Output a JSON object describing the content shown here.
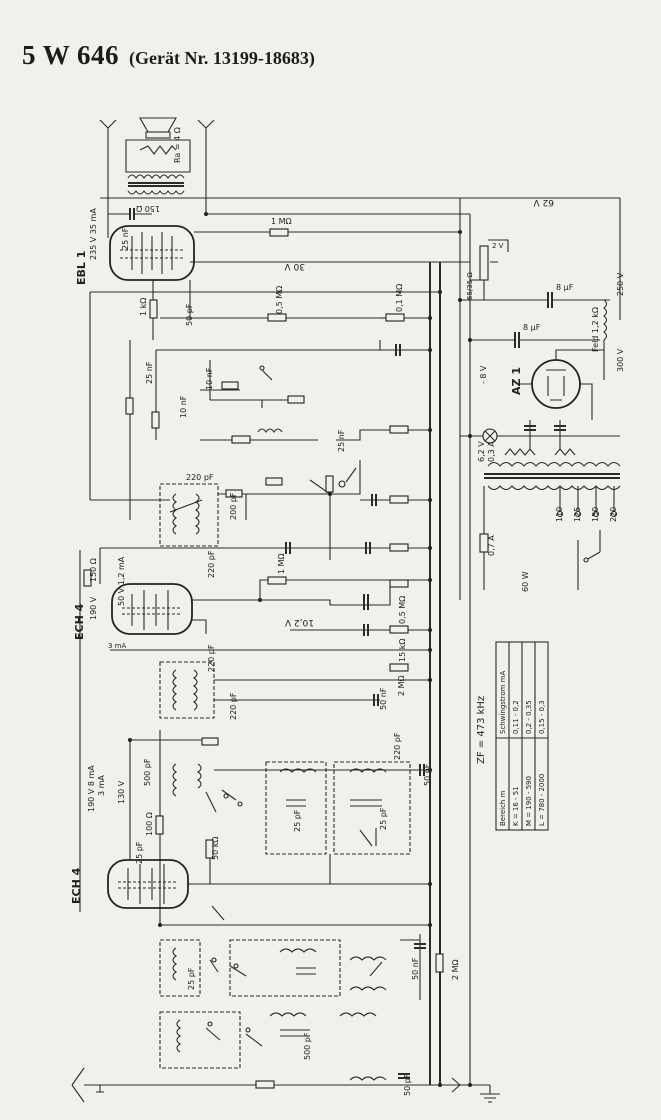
{
  "header": {
    "model": "5 W 646",
    "subtitle": "(Gerät Nr. 13199-18683)"
  },
  "diagram": {
    "tubes": [
      "EBL 1",
      "ECH 4",
      "ECH 4",
      "AZ 1"
    ],
    "speaker_label": "Ra = 4 Ω",
    "labels": {
      "ebl_voltage": "235 V 35 mA",
      "ebl_cathode": "150 Ω",
      "ech1_voltage": "50 V 1,2 mA",
      "ech1_anode": "190 V",
      "ech1_grid": "3 mA",
      "ech2_voltage": "190 V 8 mA",
      "ech2_grid": "3 mA",
      "ech2_anode": "130 V",
      "cap_25nF": "25 nF",
      "cap_50pF": "50 pF",
      "cap_8uF": "8 μF",
      "cap_8uF_2": "8 μF",
      "cap_220pF": "220 pF",
      "cap_200pF": "200 pF",
      "cap_500pF": "500 pF",
      "cap_50nF": "50 nF",
      "cap_10nF": "10 nF",
      "cap_25pF": "25 pF",
      "res_1M": "1 MΩ",
      "res_05M": "0,5 MΩ",
      "res_01M": "0,1 MΩ",
      "res_1k": "1 kΩ",
      "res_15k": "15 kΩ",
      "res_2M": "2 MΩ",
      "res_100": "100 Ω",
      "res_50k": "50 kΩ",
      "field": "Feld 1,2 kΩ",
      "v250": "250 V",
      "v300": "300 V",
      "v62": "6,2 V",
      "fuse": "0,3 A",
      "fuse2": "0,7 A",
      "pot": "65/35 Ω",
      "pot_v": "2 V",
      "neg": "- 8 V",
      "mains": [
        "110",
        "125",
        "150",
        "220"
      ],
      "power": "60 W",
      "zf": "ZF = 473 kHz",
      "ra": "10,2 V",
      "ra2": "62 V",
      "aeg": "30 V"
    },
    "band_table": {
      "headers": [
        "Bereich m",
        "Schwingstrom mA"
      ],
      "rows": [
        [
          "K = 16 - 51",
          "0,11 - 0,2"
        ],
        [
          "M = 190 - 590",
          "0,2 - 0,35"
        ],
        [
          "L = 780 - 2000",
          "0,15 - 0,3"
        ]
      ]
    }
  }
}
